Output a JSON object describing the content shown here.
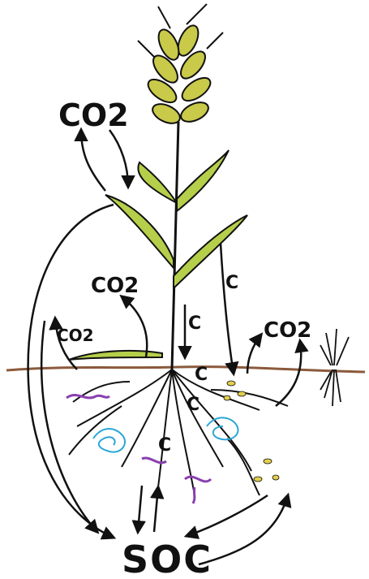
{
  "labels": {
    "co2_top": "CO2",
    "co2_mid": "CO2",
    "co2_left": "CO2",
    "co2_right": "CO2",
    "c_stem": "C",
    "c_right_arrow": "C",
    "c_root1": "C",
    "c_root2": "C",
    "c_root3": "C",
    "soc": "SOC"
  },
  "colors": {
    "ink": "#111111",
    "soil_line": "#8b5a3c",
    "leaf": "#b5cf4a",
    "grain": "#c9c94a",
    "microbe_purple": "#8a3fb0",
    "microbe_blue": "#2aa7d6",
    "particle": "#e3cf4a"
  }
}
